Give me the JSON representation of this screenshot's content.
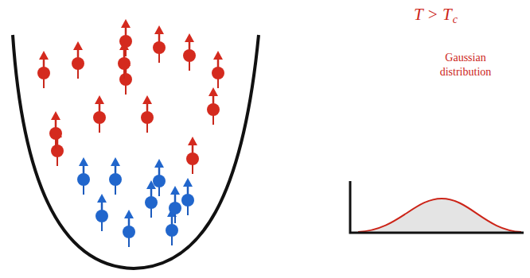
{
  "diagram": {
    "labels": [
      "T > T",
      "c",
      "Gaussian distribution"
    ]
  }
}
